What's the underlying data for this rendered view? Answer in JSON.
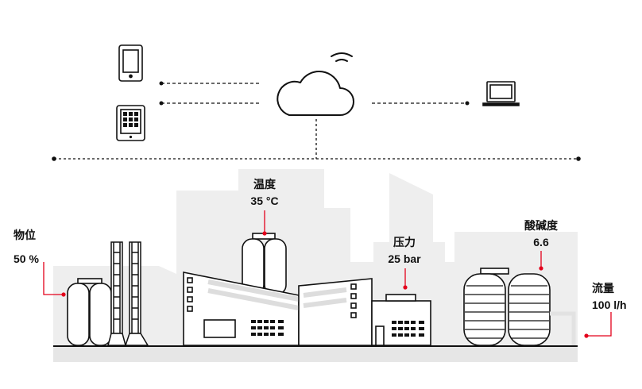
{
  "labels": {
    "level": {
      "name": "物位",
      "value": "50 %"
    },
    "temperature": {
      "name": "温度",
      "value": "35 °C"
    },
    "pressure": {
      "name": "压力",
      "value": "25 bar"
    },
    "ph": {
      "name": "酸碱度",
      "value": "6.6"
    },
    "flow": {
      "name": "流量",
      "value": "100 l/h"
    }
  },
  "colors": {
    "ink": "#111111",
    "accent": "#e3001b",
    "background_building": "#eeeeee",
    "ground": "#e6e6e6"
  }
}
